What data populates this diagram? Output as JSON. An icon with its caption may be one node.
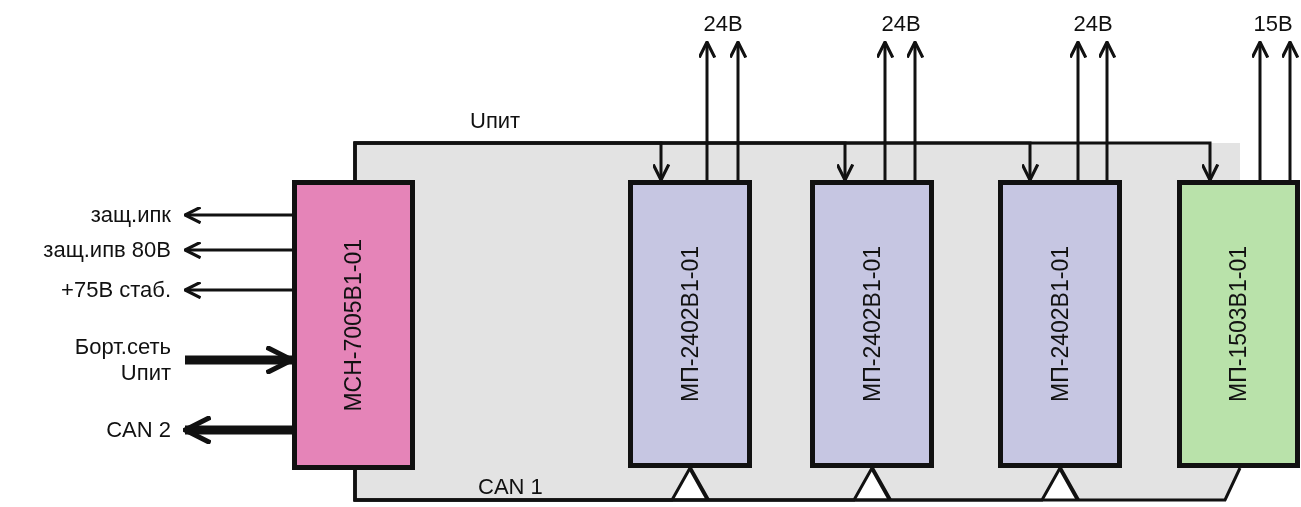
{
  "diagram": {
    "nodes": [
      {
        "text": [
          "МСН-7005В1-01"
        ]
      },
      {
        "text": [
          "МП-2402В1-01"
        ]
      },
      {
        "text": [
          "МП-2402В1-01"
        ]
      },
      {
        "text": [
          "МП-2402В1-01"
        ]
      },
      {
        "text": [
          "МП-1503В1-01"
        ]
      },
      {
        "text": [
          "24В"
        ]
      },
      {
        "text": [
          "24В"
        ]
      },
      {
        "text": [
          "24В"
        ]
      },
      {
        "text": [
          "15В"
        ]
      },
      {
        "text": [
          "защ.ипк"
        ]
      },
      {
        "text": [
          "защ.ипв 80В"
        ]
      },
      {
        "text": [
          "+75В стаб."
        ]
      },
      {
        "text": [
          "Борт.сеть Uпит"
        ]
      },
      {
        "text": [
          "CAN 2"
        ]
      }
    ],
    "edges": [
      {
        "from": 0,
        "to": 1,
        "arrow": "to"
      },
      {
        "from": 0,
        "to": 2,
        "arrow": "to"
      },
      {
        "from": 0,
        "to": 3,
        "arrow": "to"
      },
      {
        "from": 0,
        "to": 4,
        "arrow": "to"
      },
      {
        "from": 0,
        "to": 1,
        "arrow": "none"
      },
      {
        "from": 0,
        "to": 2,
        "arrow": "none"
      },
      {
        "from": 0,
        "to": 3,
        "arrow": "none"
      },
      {
        "from": 0,
        "to": 4,
        "arrow": "none"
      },
      {
        "from": 1,
        "to": 5,
        "arrow": "to"
      },
      {
        "from": 1,
        "to": 5,
        "arrow": "to"
      },
      {
        "from": 2,
        "to": 6,
        "arrow": "to"
      },
      {
        "from": 2,
        "to": 6,
        "arrow": "to"
      },
      {
        "from": 3,
        "to": 7,
        "arrow": "to"
      },
      {
        "from": 3,
        "to": 7,
        "arrow": "to"
      },
      {
        "from": 4,
        "to": 8,
        "arrow": "to"
      },
      {
        "from": 4,
        "to": 8,
        "arrow": "to"
      },
      {
        "from": 0,
        "to": 9,
        "arrow": "to"
      },
      {
        "from": 0,
        "to": 10,
        "arrow": "to"
      },
      {
        "from": 0,
        "to": 11,
        "arrow": "to"
      },
      {
        "from": 12,
        "to": 0,
        "arrow": "to",
        "style": "thick"
      },
      {
        "from": 0,
        "to": 13,
        "arrow": "to",
        "style": "thick"
      }
    ],
    "labels": [
      "Uпит",
      "CAN 1"
    ]
  }
}
